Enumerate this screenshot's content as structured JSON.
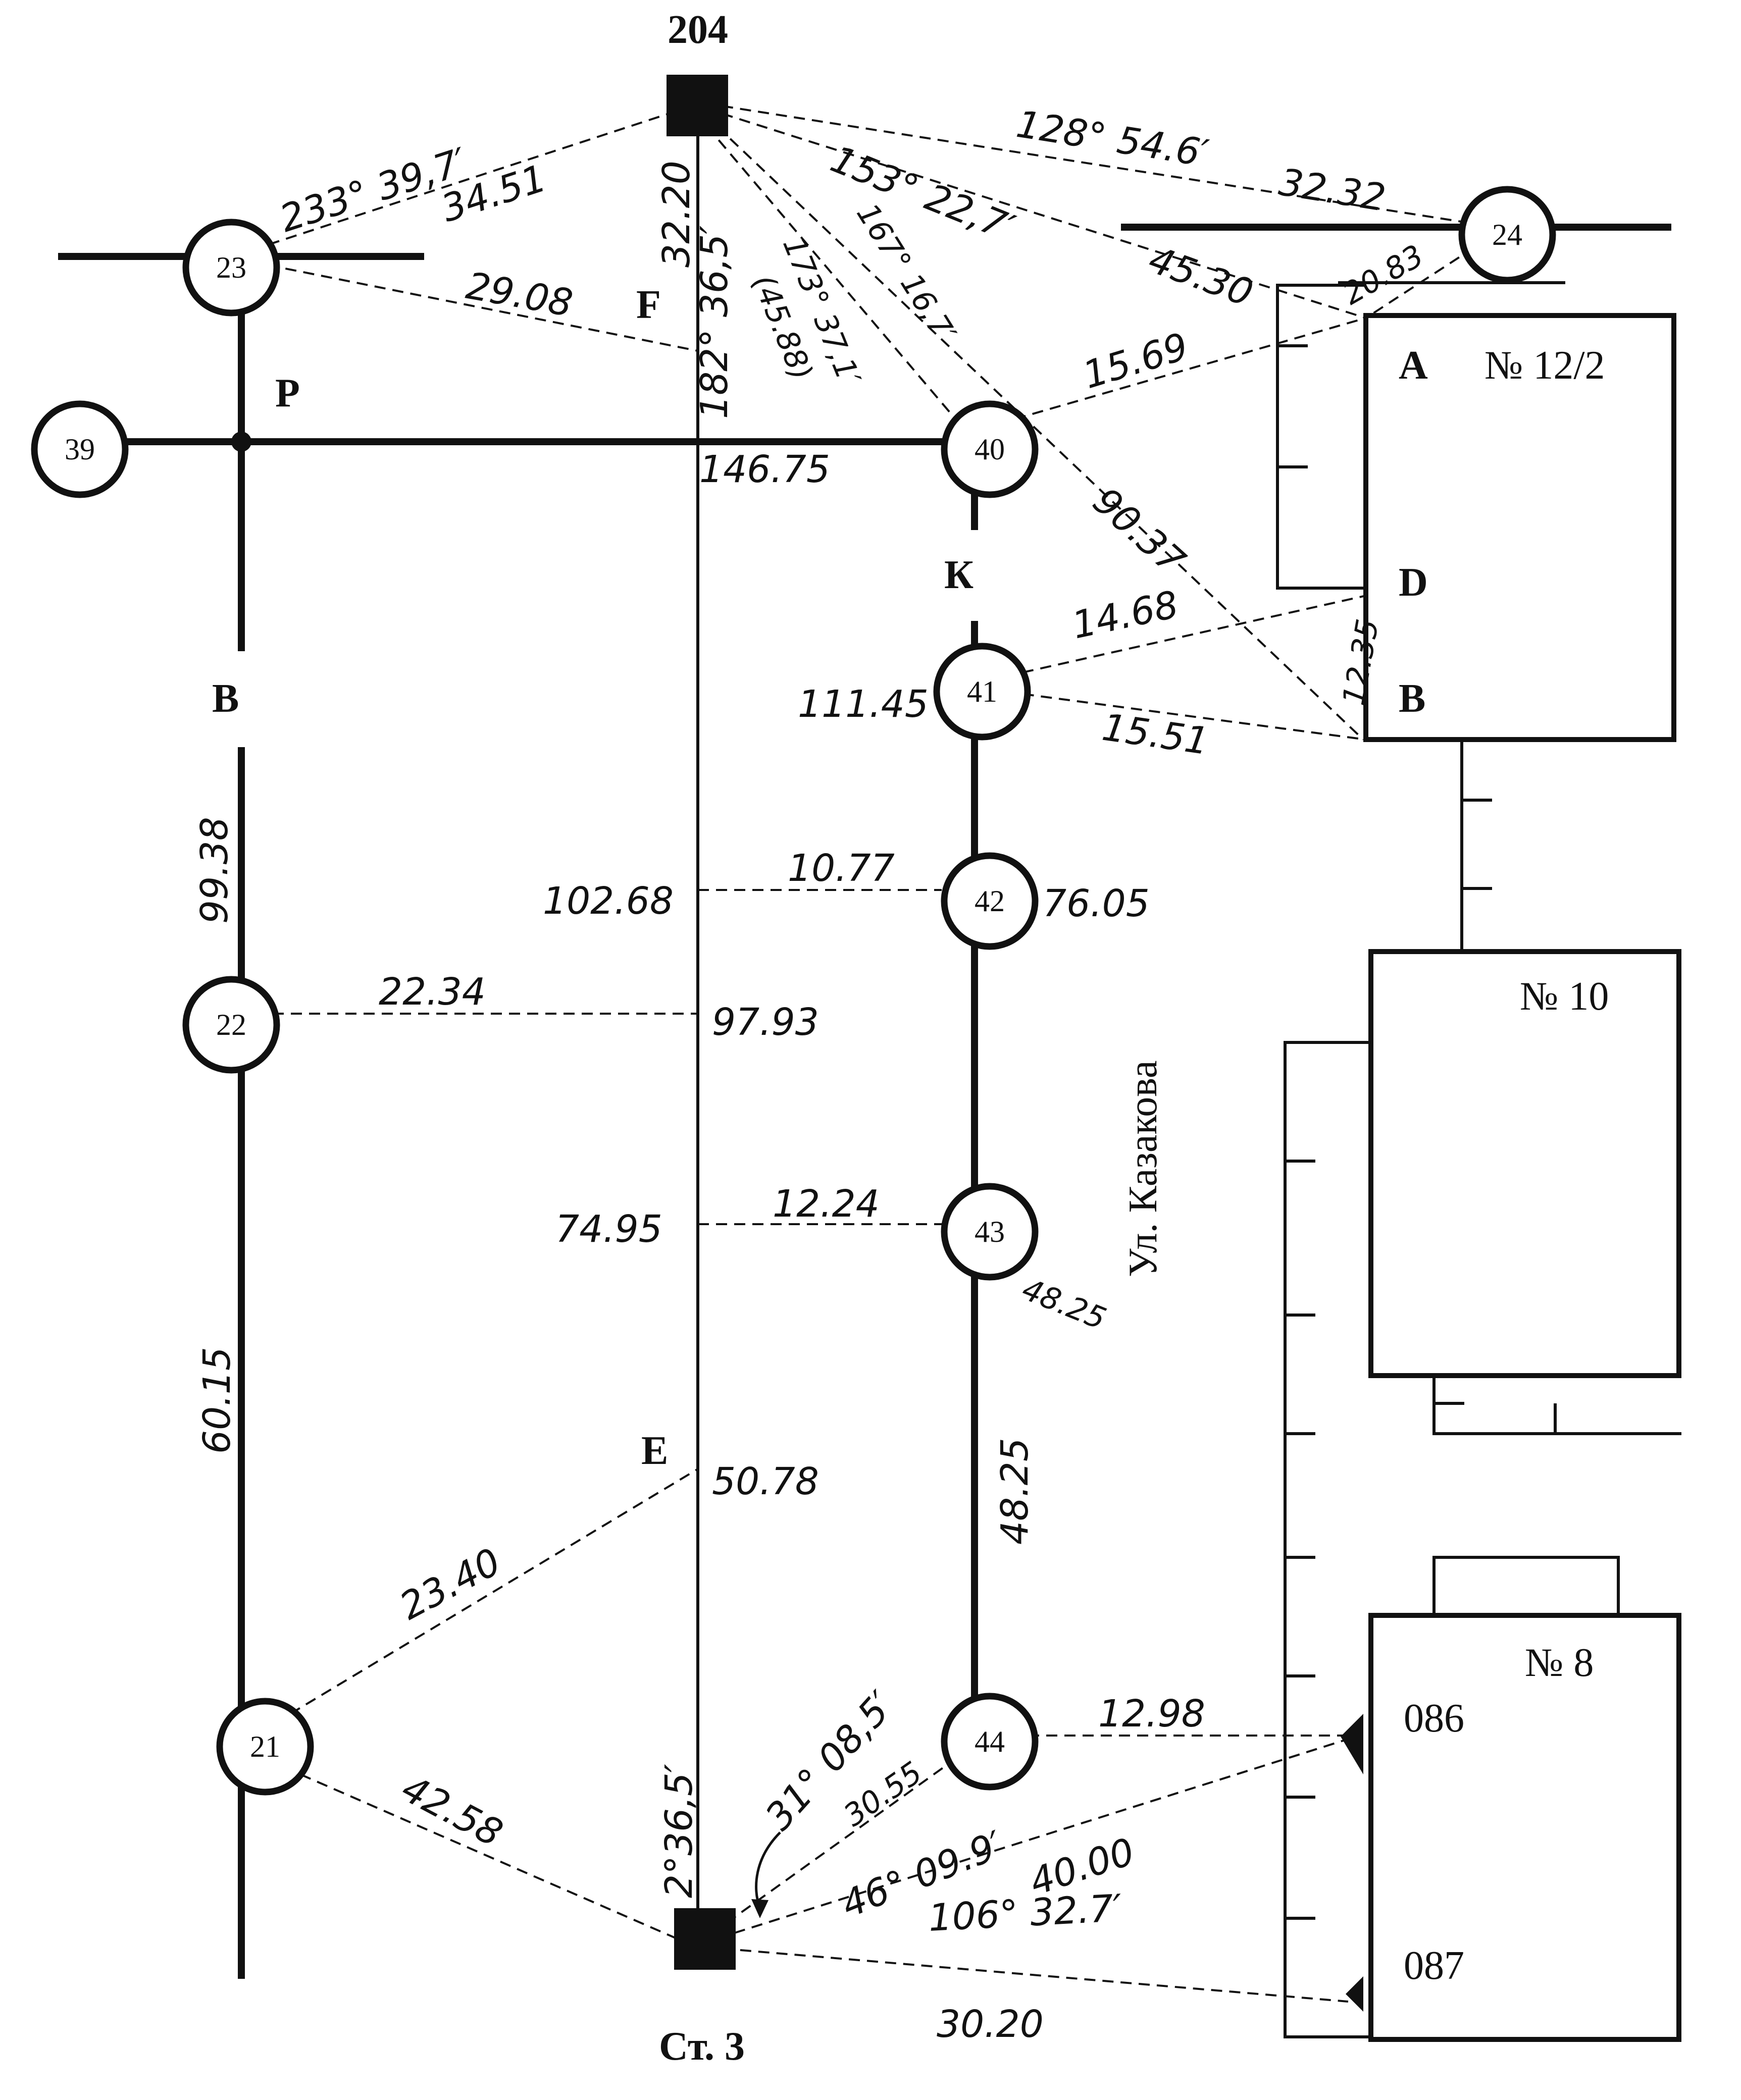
{
  "stations": {
    "top": "204",
    "bottom": "Ст. 3"
  },
  "wells": [
    {
      "id": "w23",
      "label": "23"
    },
    {
      "id": "w39",
      "label": "39"
    },
    {
      "id": "w40",
      "label": "40"
    },
    {
      "id": "w41",
      "label": "41"
    },
    {
      "id": "w42",
      "label": "42"
    },
    {
      "id": "w43",
      "label": "43"
    },
    {
      "id": "w44",
      "label": "44"
    },
    {
      "id": "w22",
      "label": "22"
    },
    {
      "id": "w21",
      "label": "21"
    },
    {
      "id": "w24",
      "label": "24"
    }
  ],
  "point_letters": {
    "F": "F",
    "P": "P",
    "B_left": "B",
    "K": "К",
    "A": "A",
    "D": "D",
    "B_right": "B",
    "E": "E"
  },
  "buildings": {
    "b12": "№ 12/2",
    "b10": "№ 10",
    "b8": "№ 8",
    "p086": "086",
    "p087": "087"
  },
  "street": "Ул. Казакова",
  "measurements": {
    "ang_233": "233° 39,7′",
    "d_34_51": "34.51",
    "d_29_08": "29.08",
    "d_32_20": "32.20",
    "ang_182": "182° 36,5′",
    "ang_173": "173° 37,1′",
    "d_45_88": "(45.88)",
    "ang_167": "167° 16,7′",
    "ang_153": "153° 22,7′",
    "ang_128": "128° 54.6′",
    "d_32_32": "32.32",
    "d_45_30": "45.30",
    "d_20_83": "20.83",
    "d_15_69": "15.69",
    "d_146_75": "146.75",
    "d_90_37": "90.37",
    "d_14_68": "14.68",
    "d_12_35": "12.35",
    "d_15_51": "15.51",
    "d_111_45": "111.45",
    "d_99_38": "99.38",
    "d_102_68": "102.68",
    "d_10_77": "10.77",
    "d_76_05": "76.05",
    "d_22_34": "22.34",
    "d_97_93": "97.93",
    "d_74_95": "74.95",
    "d_12_24": "12.24",
    "d_48_25a": "48.25",
    "d_60_15": "60.15",
    "d_48_25b": "48.25",
    "d_50_78": "50.78",
    "d_23_40": "23.40",
    "d_12_98": "12.98",
    "ang_31": "31° 08,5′",
    "d_30_55": "30.55",
    "ang_2": "2°36,5′",
    "ang_46": "46° 09.9′",
    "d_40_00": "40.00",
    "d_42_58": "42.58",
    "ang_106": "106° 32.7′",
    "d_30_20": "30.20"
  }
}
